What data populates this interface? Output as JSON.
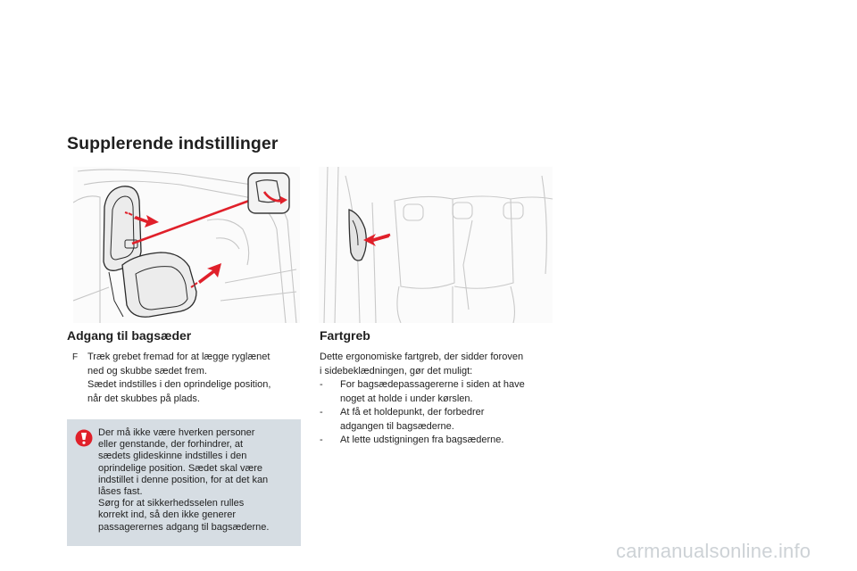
{
  "page": {
    "title": "Supplerende indstillinger"
  },
  "rear_access": {
    "heading": "Adgang til bagsæder",
    "bullet_glyph": "F",
    "step_lines": [
      "Træk grebet fremad for at lægge ryglænet",
      "ned og skubbe sædet frem.",
      "Sædet indstilles i den oprindelige position,",
      "når det skubbes på plads."
    ],
    "warning": {
      "icon": "warning-exclamation-icon",
      "lines": [
        "Der må ikke være hverken personer",
        "eller genstande, der forhindrer, at",
        "sædets glideskinne indstilles i den",
        "oprindelige position. Sædet skal være",
        "indstillet i denne position, for at det kan",
        "låses fast.",
        "Sørg for at sikkerhedsselen rulles",
        "korrekt ind, så den ikke generer",
        "passagerernes adgang til bagsæderne."
      ]
    }
  },
  "grab_handles": {
    "heading": "Fartgreb",
    "intro_lines": [
      "Dette ergonomiske fartgreb, der sidder foroven",
      "i sidebeklædningen, gør det muligt:"
    ],
    "items": [
      {
        "dash": "-",
        "lines": [
          "For bagsædepassagererne i siden at have",
          "noget at holde i under kørslen."
        ]
      },
      {
        "dash": "-",
        "lines": [
          "At få et holdepunkt, der forbedrer",
          "adgangen til bagsæderne."
        ]
      },
      {
        "dash": "-",
        "lines": [
          "At lette udstigningen fra bagsæderne."
        ]
      }
    ]
  },
  "footer": {
    "watermark": "carmanualsonline.info"
  },
  "colors": {
    "accent_red": "#e0202a",
    "warning_bg": "#d6dde3",
    "line_art": "#c9c9c9",
    "seat_shade": "#e9e9e9"
  }
}
